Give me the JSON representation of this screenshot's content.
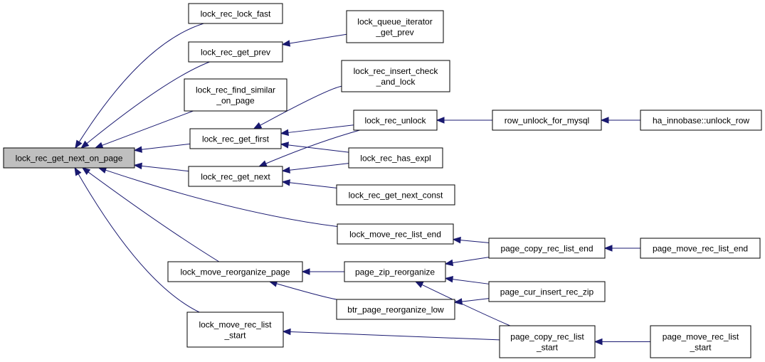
{
  "colors": {
    "edge": "#191970",
    "root_fill": "#bfbfbf",
    "node_fill": "#ffffff",
    "border": "#000000"
  },
  "nodes": [
    {
      "id": "n0",
      "lines": [
        "lock_rec_get_next_on_page"
      ],
      "root": true
    },
    {
      "id": "n1",
      "lines": [
        "lock_rec_lock_fast"
      ]
    },
    {
      "id": "n2",
      "lines": [
        "lock_rec_get_prev"
      ]
    },
    {
      "id": "n3",
      "lines": [
        "lock_rec_find_similar",
        "_on_page"
      ]
    },
    {
      "id": "n4",
      "lines": [
        "lock_rec_get_first"
      ]
    },
    {
      "id": "n5",
      "lines": [
        "lock_rec_get_next"
      ]
    },
    {
      "id": "n6",
      "lines": [
        "lock_move_reorganize_page"
      ]
    },
    {
      "id": "n7",
      "lines": [
        "lock_move_rec_list",
        "_start"
      ]
    },
    {
      "id": "n8",
      "lines": [
        "lock_queue_iterator",
        "_get_prev"
      ]
    },
    {
      "id": "n9",
      "lines": [
        "lock_rec_insert_check",
        "_and_lock"
      ]
    },
    {
      "id": "n10",
      "lines": [
        "lock_rec_unlock"
      ]
    },
    {
      "id": "n11",
      "lines": [
        "lock_rec_has_expl"
      ]
    },
    {
      "id": "n12",
      "lines": [
        "lock_rec_get_next_const"
      ]
    },
    {
      "id": "n13",
      "lines": [
        "lock_move_rec_list_end"
      ]
    },
    {
      "id": "n14",
      "lines": [
        "page_zip_reorganize"
      ]
    },
    {
      "id": "n15",
      "lines": [
        "btr_page_reorganize_low"
      ]
    },
    {
      "id": "n16",
      "lines": [
        "row_unlock_for_mysql"
      ]
    },
    {
      "id": "n17",
      "lines": [
        "page_copy_rec_list_end"
      ]
    },
    {
      "id": "n18",
      "lines": [
        "page_cur_insert_rec_zip"
      ]
    },
    {
      "id": "n19",
      "lines": [
        "page_copy_rec_list",
        "_start"
      ]
    },
    {
      "id": "n20",
      "lines": [
        "ha_innobase::unlock_row"
      ]
    },
    {
      "id": "n21",
      "lines": [
        "page_move_rec_list_end"
      ]
    },
    {
      "id": "n22",
      "lines": [
        "page_move_rec_list",
        "_start"
      ]
    }
  ],
  "edges": [
    {
      "from": "n1",
      "to": "n0"
    },
    {
      "from": "n2",
      "to": "n0"
    },
    {
      "from": "n3",
      "to": "n0"
    },
    {
      "from": "n4",
      "to": "n0"
    },
    {
      "from": "n5",
      "to": "n0"
    },
    {
      "from": "n13",
      "to": "n0"
    },
    {
      "from": "n6",
      "to": "n0"
    },
    {
      "from": "n7",
      "to": "n0"
    },
    {
      "from": "n8",
      "to": "n2"
    },
    {
      "from": "n9",
      "to": "n4"
    },
    {
      "from": "n10",
      "to": "n4"
    },
    {
      "from": "n11",
      "to": "n4"
    },
    {
      "from": "n10",
      "to": "n5"
    },
    {
      "from": "n11",
      "to": "n5"
    },
    {
      "from": "n12",
      "to": "n5"
    },
    {
      "from": "n16",
      "to": "n10"
    },
    {
      "from": "n20",
      "to": "n16"
    },
    {
      "from": "n17",
      "to": "n13"
    },
    {
      "from": "n21",
      "to": "n17"
    },
    {
      "from": "n14",
      "to": "n6"
    },
    {
      "from": "n15",
      "to": "n6"
    },
    {
      "from": "n17",
      "to": "n14"
    },
    {
      "from": "n18",
      "to": "n14"
    },
    {
      "from": "n19",
      "to": "n14"
    },
    {
      "from": "n18",
      "to": "n15"
    },
    {
      "from": "n19",
      "to": "n7"
    },
    {
      "from": "n22",
      "to": "n19"
    }
  ]
}
